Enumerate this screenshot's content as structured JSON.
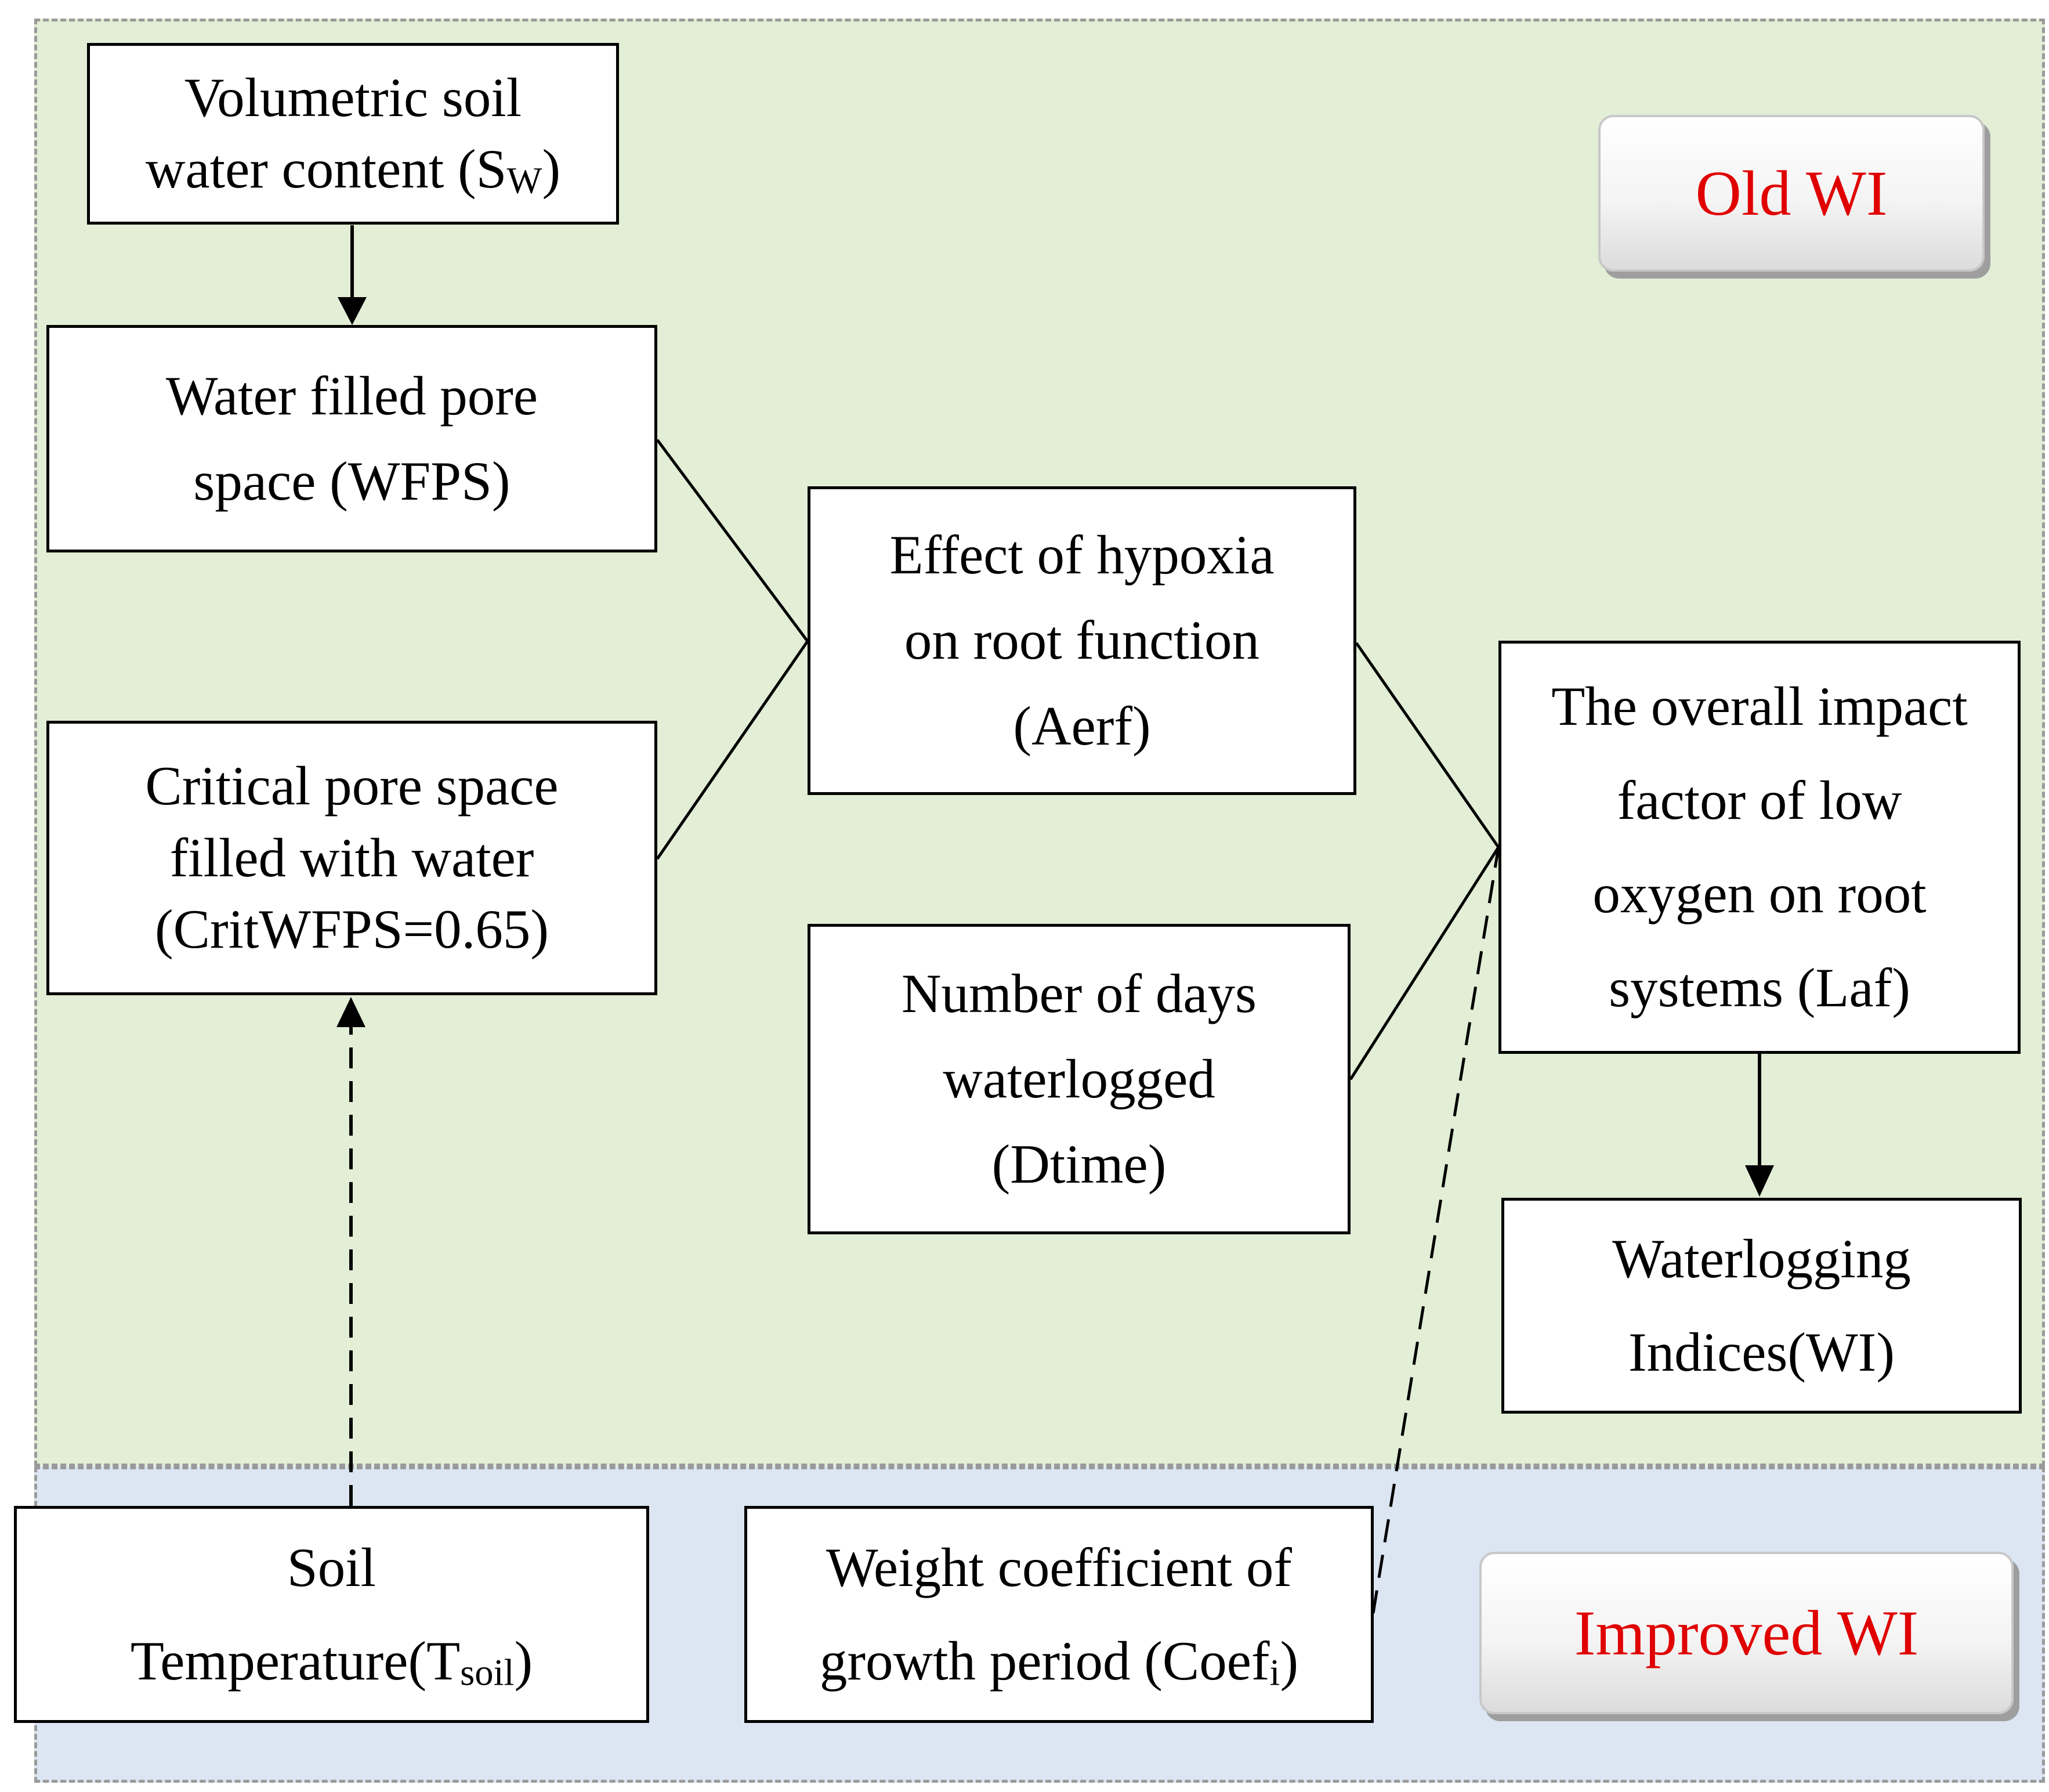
{
  "regions": {
    "old_label": "Old WI",
    "improved_label": "Improved WI"
  },
  "nodes": {
    "sw": {
      "text": "Volumetric soil\nwater content (S",
      "sub": "W",
      "tail": ")"
    },
    "wfps": {
      "text": "Water filled pore\nspace (WFPS)"
    },
    "critwfps": {
      "text": "Critical pore space\nfilled with water\n(CritWFPS=0.65)"
    },
    "aerf": {
      "text": "Effect of hypoxia\non root function\n(Aerf)"
    },
    "dtime": {
      "text": "Number of days\nwaterlogged\n(Dtime)"
    },
    "laf": {
      "text": "The overall impact\nfactor of low\noxygen on root\nsystems (Laf)"
    },
    "wi": {
      "text": "Waterlogging\nIndices(WI)"
    },
    "tsoil": {
      "text": "Soil\nTemperature(T",
      "sub": "soil",
      "tail": ")"
    },
    "coef": {
      "text": "Weight coefficient of\ngrowth period (Coef",
      "sub": "i",
      "tail": ")"
    }
  },
  "colors": {
    "old_region": "#e2eed6",
    "improved_region": "#dce6f2",
    "label_text": "#e00000"
  }
}
